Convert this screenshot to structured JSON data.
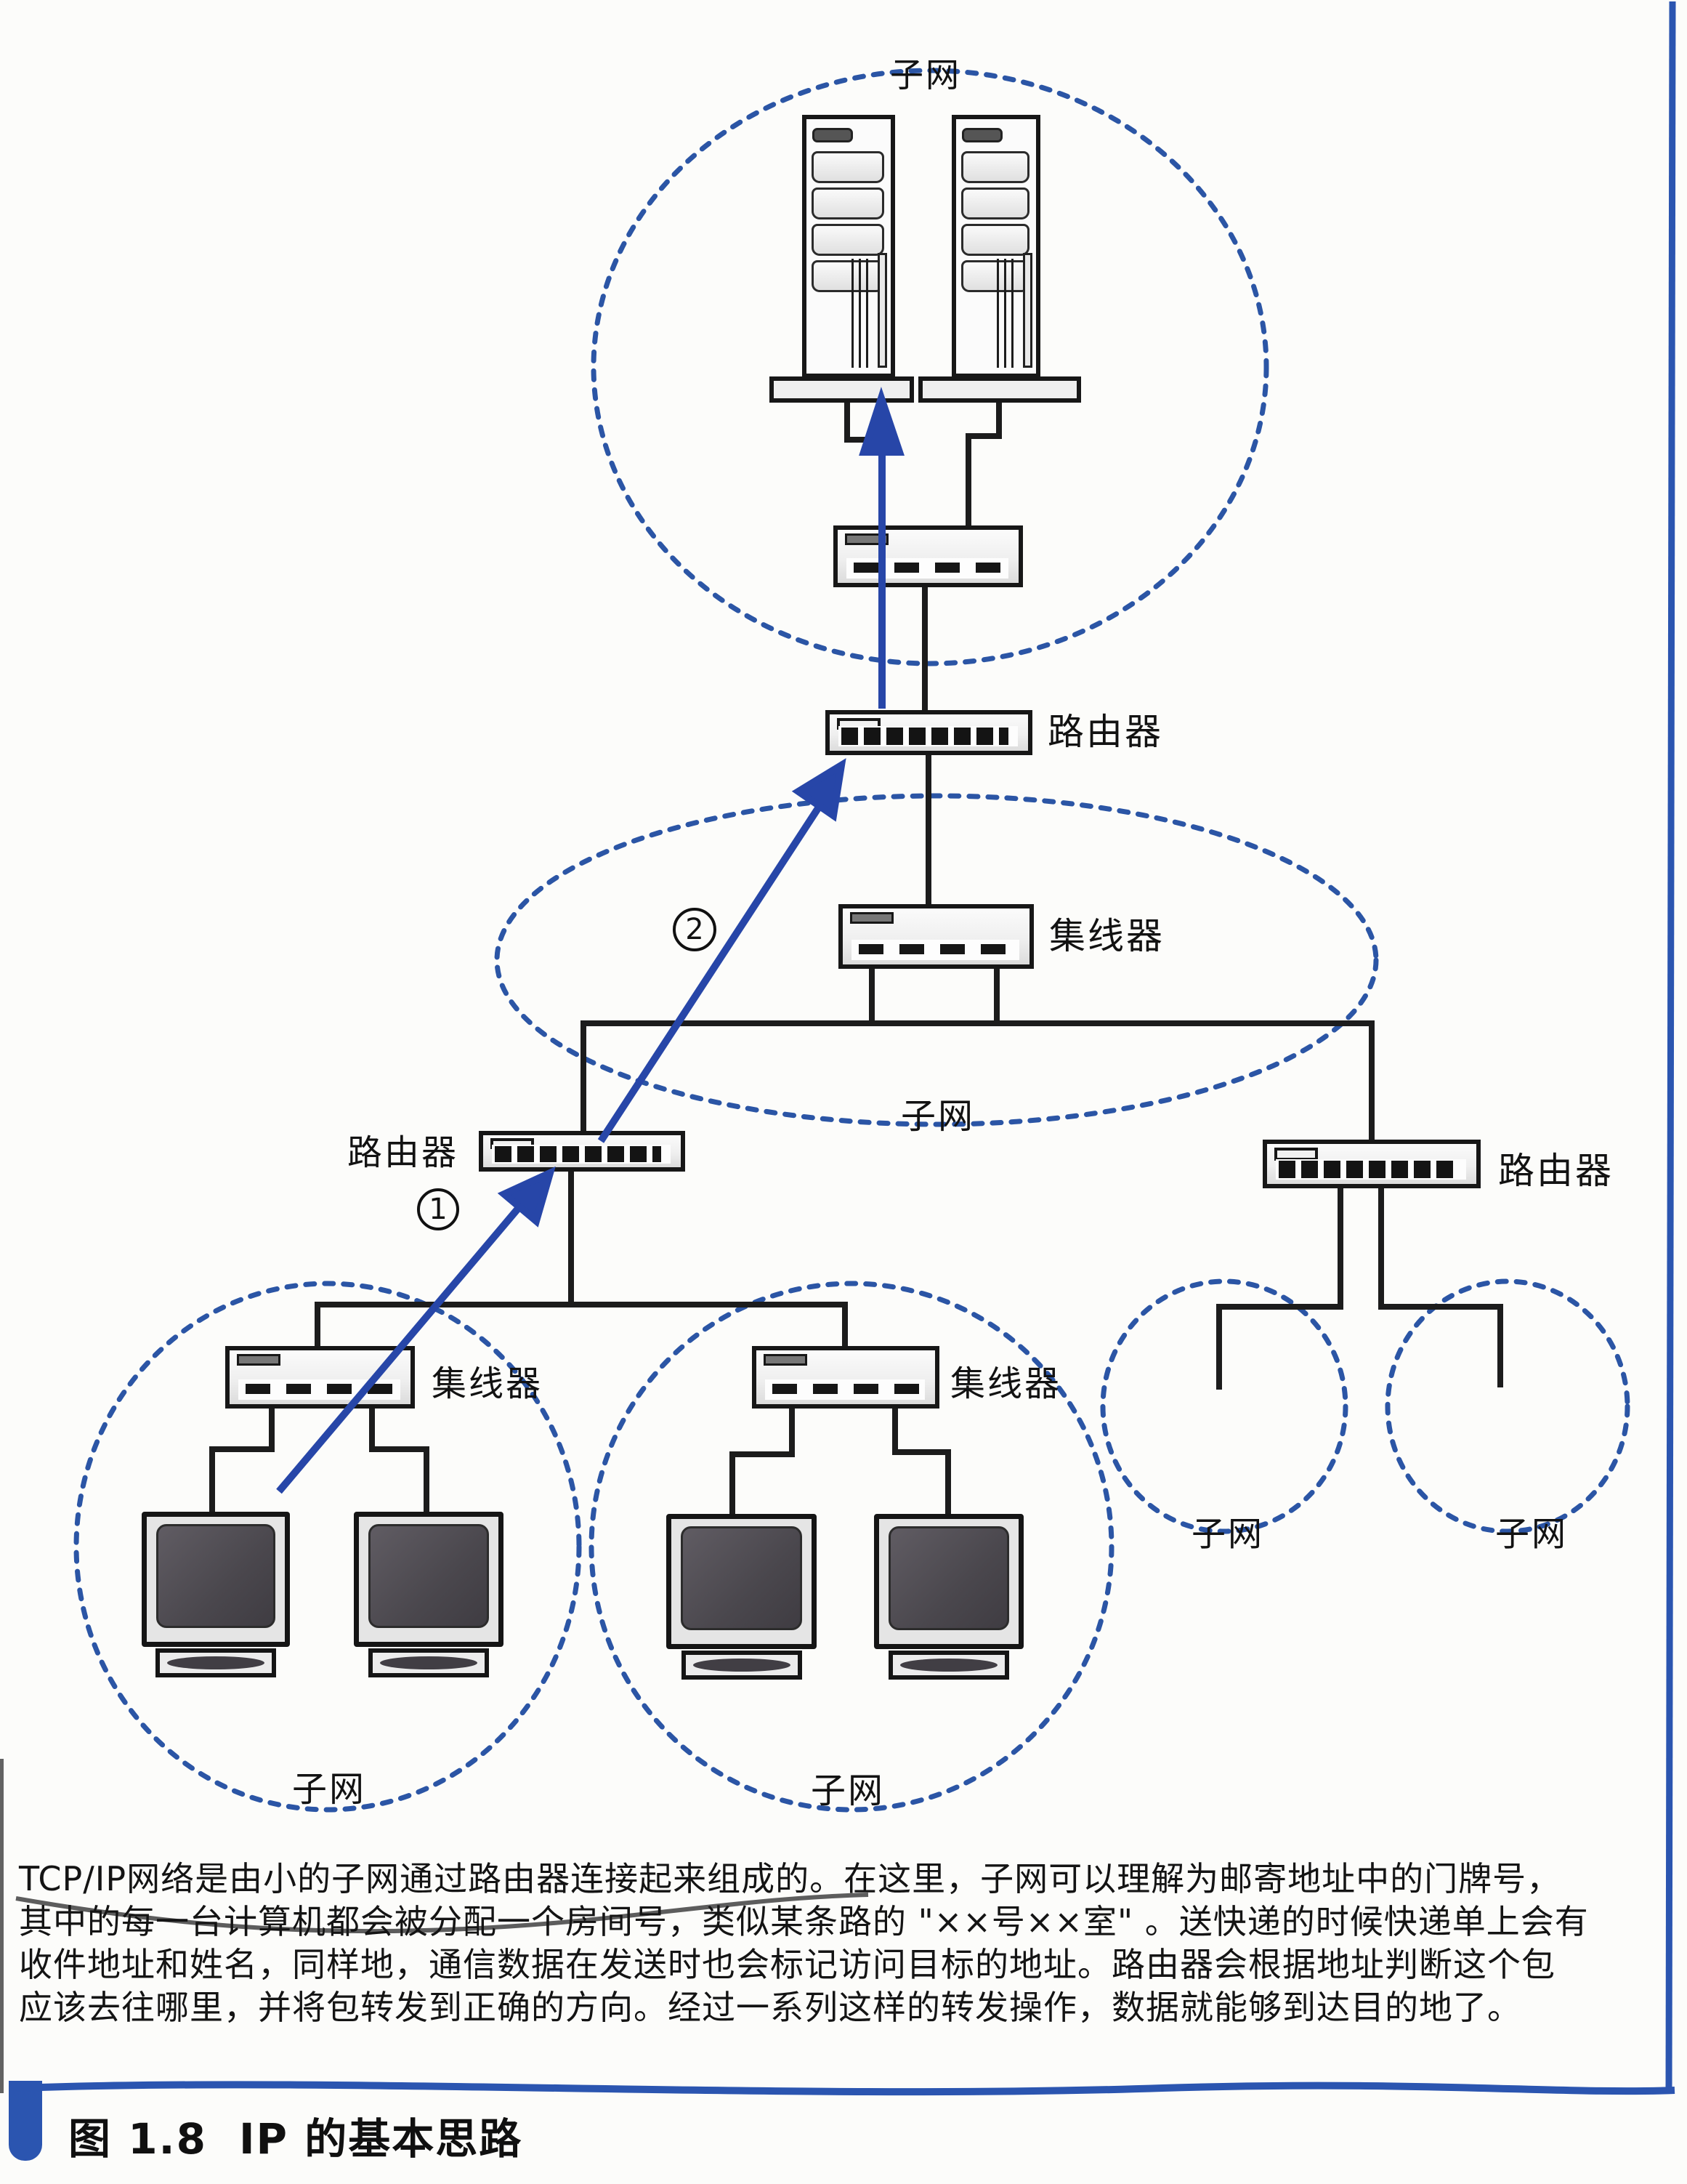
{
  "figure_caption": {
    "number": "图 1.8",
    "title": "IP 的基本思路"
  },
  "paragraph": {
    "lines": [
      "TCP/IP网络是由小的子网通过路由器连接起来组成的。在这里，子网可以理解为邮寄地址中的门牌号，",
      "其中的每一台计算机都会被分配一个房间号，类似某条路的 \"××号××室\" 。送快递的时候快递单上会有",
      "收件地址和姓名，同样地，通信数据在发送时也会标记访问目标的地址。路由器会根据地址判断这个包",
      "应该去往哪里，并将包转发到正确的方向。经过一系列这样的转发操作，数据就能够到达目的地了。"
    ]
  },
  "diagram": {
    "subnet_label": "子网",
    "device_labels": {
      "router": "路由器",
      "hub": "集线器"
    },
    "step_markers": {
      "step1": "1",
      "step2": "2"
    },
    "colors": {
      "line_black": "#1c1c1c",
      "subnet_dash_blue": "#2b55a5",
      "arrow_blue": "#2746a8",
      "caption_bar_blue": "#2b55b0",
      "underline_gray": "#4b4b4b"
    }
  }
}
